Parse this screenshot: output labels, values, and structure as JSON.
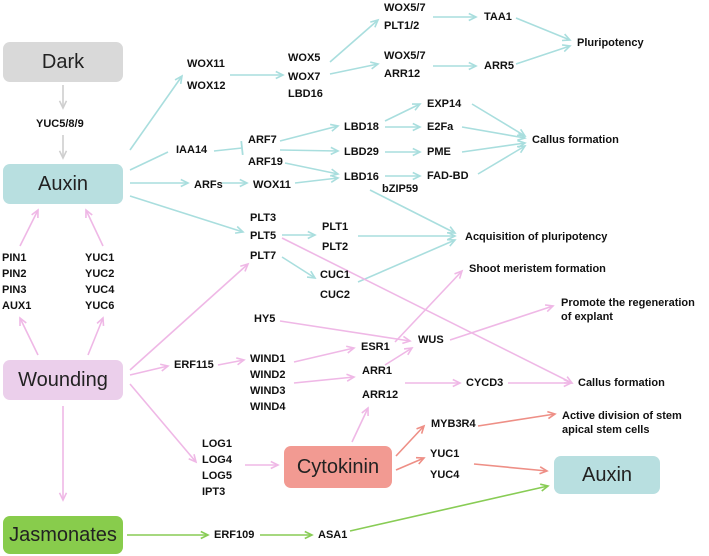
{
  "colors": {
    "dark_box": "#d9d9d9",
    "auxin_box": "#b8dfe0",
    "wounding_box": "#ebcfeb",
    "jasmonates_box": "#88cc4c",
    "cytokinin_box": "#f29a92",
    "auxin_edge": "#a9dede",
    "wounding_edge": "#efb8e6",
    "cytokinin_edge": "#ee8f86",
    "jasmonates_edge": "#88cc55",
    "dark_edge": "#cfcfcf"
  },
  "boxes": {
    "dark": "Dark",
    "auxin": "Auxin",
    "wounding": "Wounding",
    "jasmonates": "Jasmonates",
    "cytokinin": "Cytokinin",
    "auxin_out": "Auxin"
  },
  "labels": {
    "yuc589": "YUC5/8/9",
    "wox11_a": "WOX11",
    "wox12": "WOX12",
    "wox5": "WOX5",
    "wox7": "WOX7",
    "lbd16_a": "LBD16",
    "wox57_a": "WOX5/7",
    "plt12": "PLT1/2",
    "wox57_b": "WOX5/7",
    "arr12_a": "ARR12",
    "taa1": "TAA1",
    "arr5": "ARR5",
    "pluripotency": "Pluripotency",
    "iaa14": "IAA14",
    "arf7": "ARF7",
    "arf19": "ARF19",
    "arfs": "ARFs",
    "wox11_b": "WOX11",
    "lbd18": "LBD18",
    "lbd29": "LBD29",
    "lbd16_b": "LBD16",
    "bzip59": "bZIP59",
    "exp14": "EXP14",
    "e2fa": "E2Fa",
    "pme": "PME",
    "fadbd": "FAD-BD",
    "callus1": "Callus formation",
    "plt3": "PLT3",
    "plt5": "PLT5",
    "plt7": "PLT7",
    "plt1": "PLT1",
    "plt2": "PLT2",
    "cuc1": "CUC1",
    "cuc2": "CUC2",
    "acq": "Acquisition of pluripotency",
    "shoot": "Shoot meristem formation",
    "promote1": "Promote the regeneration",
    "promote2": "of explant",
    "hy5": "HY5",
    "esr1": "ESR1",
    "wus": "WUS",
    "pin1": "PIN1",
    "pin2": "PIN2",
    "pin3": "PIN3",
    "aux1": "AUX1",
    "yuc1_a": "YUC1",
    "yuc2": "YUC2",
    "yuc4_a": "YUC4",
    "yuc6": "YUC6",
    "erf115": "ERF115",
    "wind1": "WIND1",
    "wind2": "WIND2",
    "wind3": "WIND3",
    "wind4": "WIND4",
    "arr1": "ARR1",
    "arr12_b": "ARR12",
    "cycd3": "CYCD3",
    "callus2": "Callus formation",
    "myb3r4": "MYB3R4",
    "active1": "Active division of stem",
    "active2": "apical stem cells",
    "yuc1_b": "YUC1",
    "yuc4_b": "YUC4",
    "log1": "LOG1",
    "log4": "LOG4",
    "log5": "LOG5",
    "ipt3": "IPT3",
    "erf109": "ERF109",
    "asa1": "ASA1"
  }
}
